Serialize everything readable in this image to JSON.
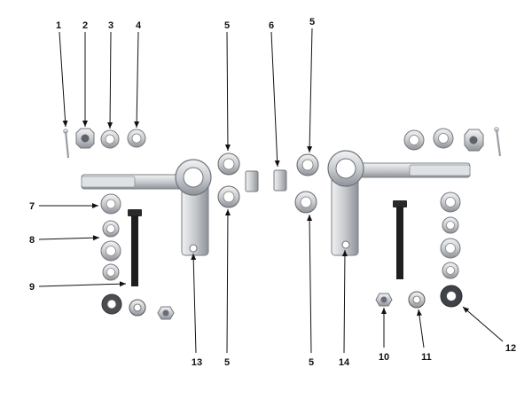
{
  "callouts": {
    "c1": "1",
    "c2": "2",
    "c3": "3",
    "c4": "4",
    "c5a": "5",
    "c6": "6",
    "c5b": "5",
    "c7": "7",
    "c8": "8",
    "c9": "9",
    "c13": "13",
    "c5c": "5",
    "c5d": "5",
    "c14": "14",
    "c10": "10",
    "c11": "11",
    "c12": "12"
  },
  "colors": {
    "steel": "#c9ccd0",
    "steel_dark": "#8a8f96",
    "steel_light": "#eef0f2",
    "bolt": "#1f1f1f",
    "arrow": "#111111"
  }
}
